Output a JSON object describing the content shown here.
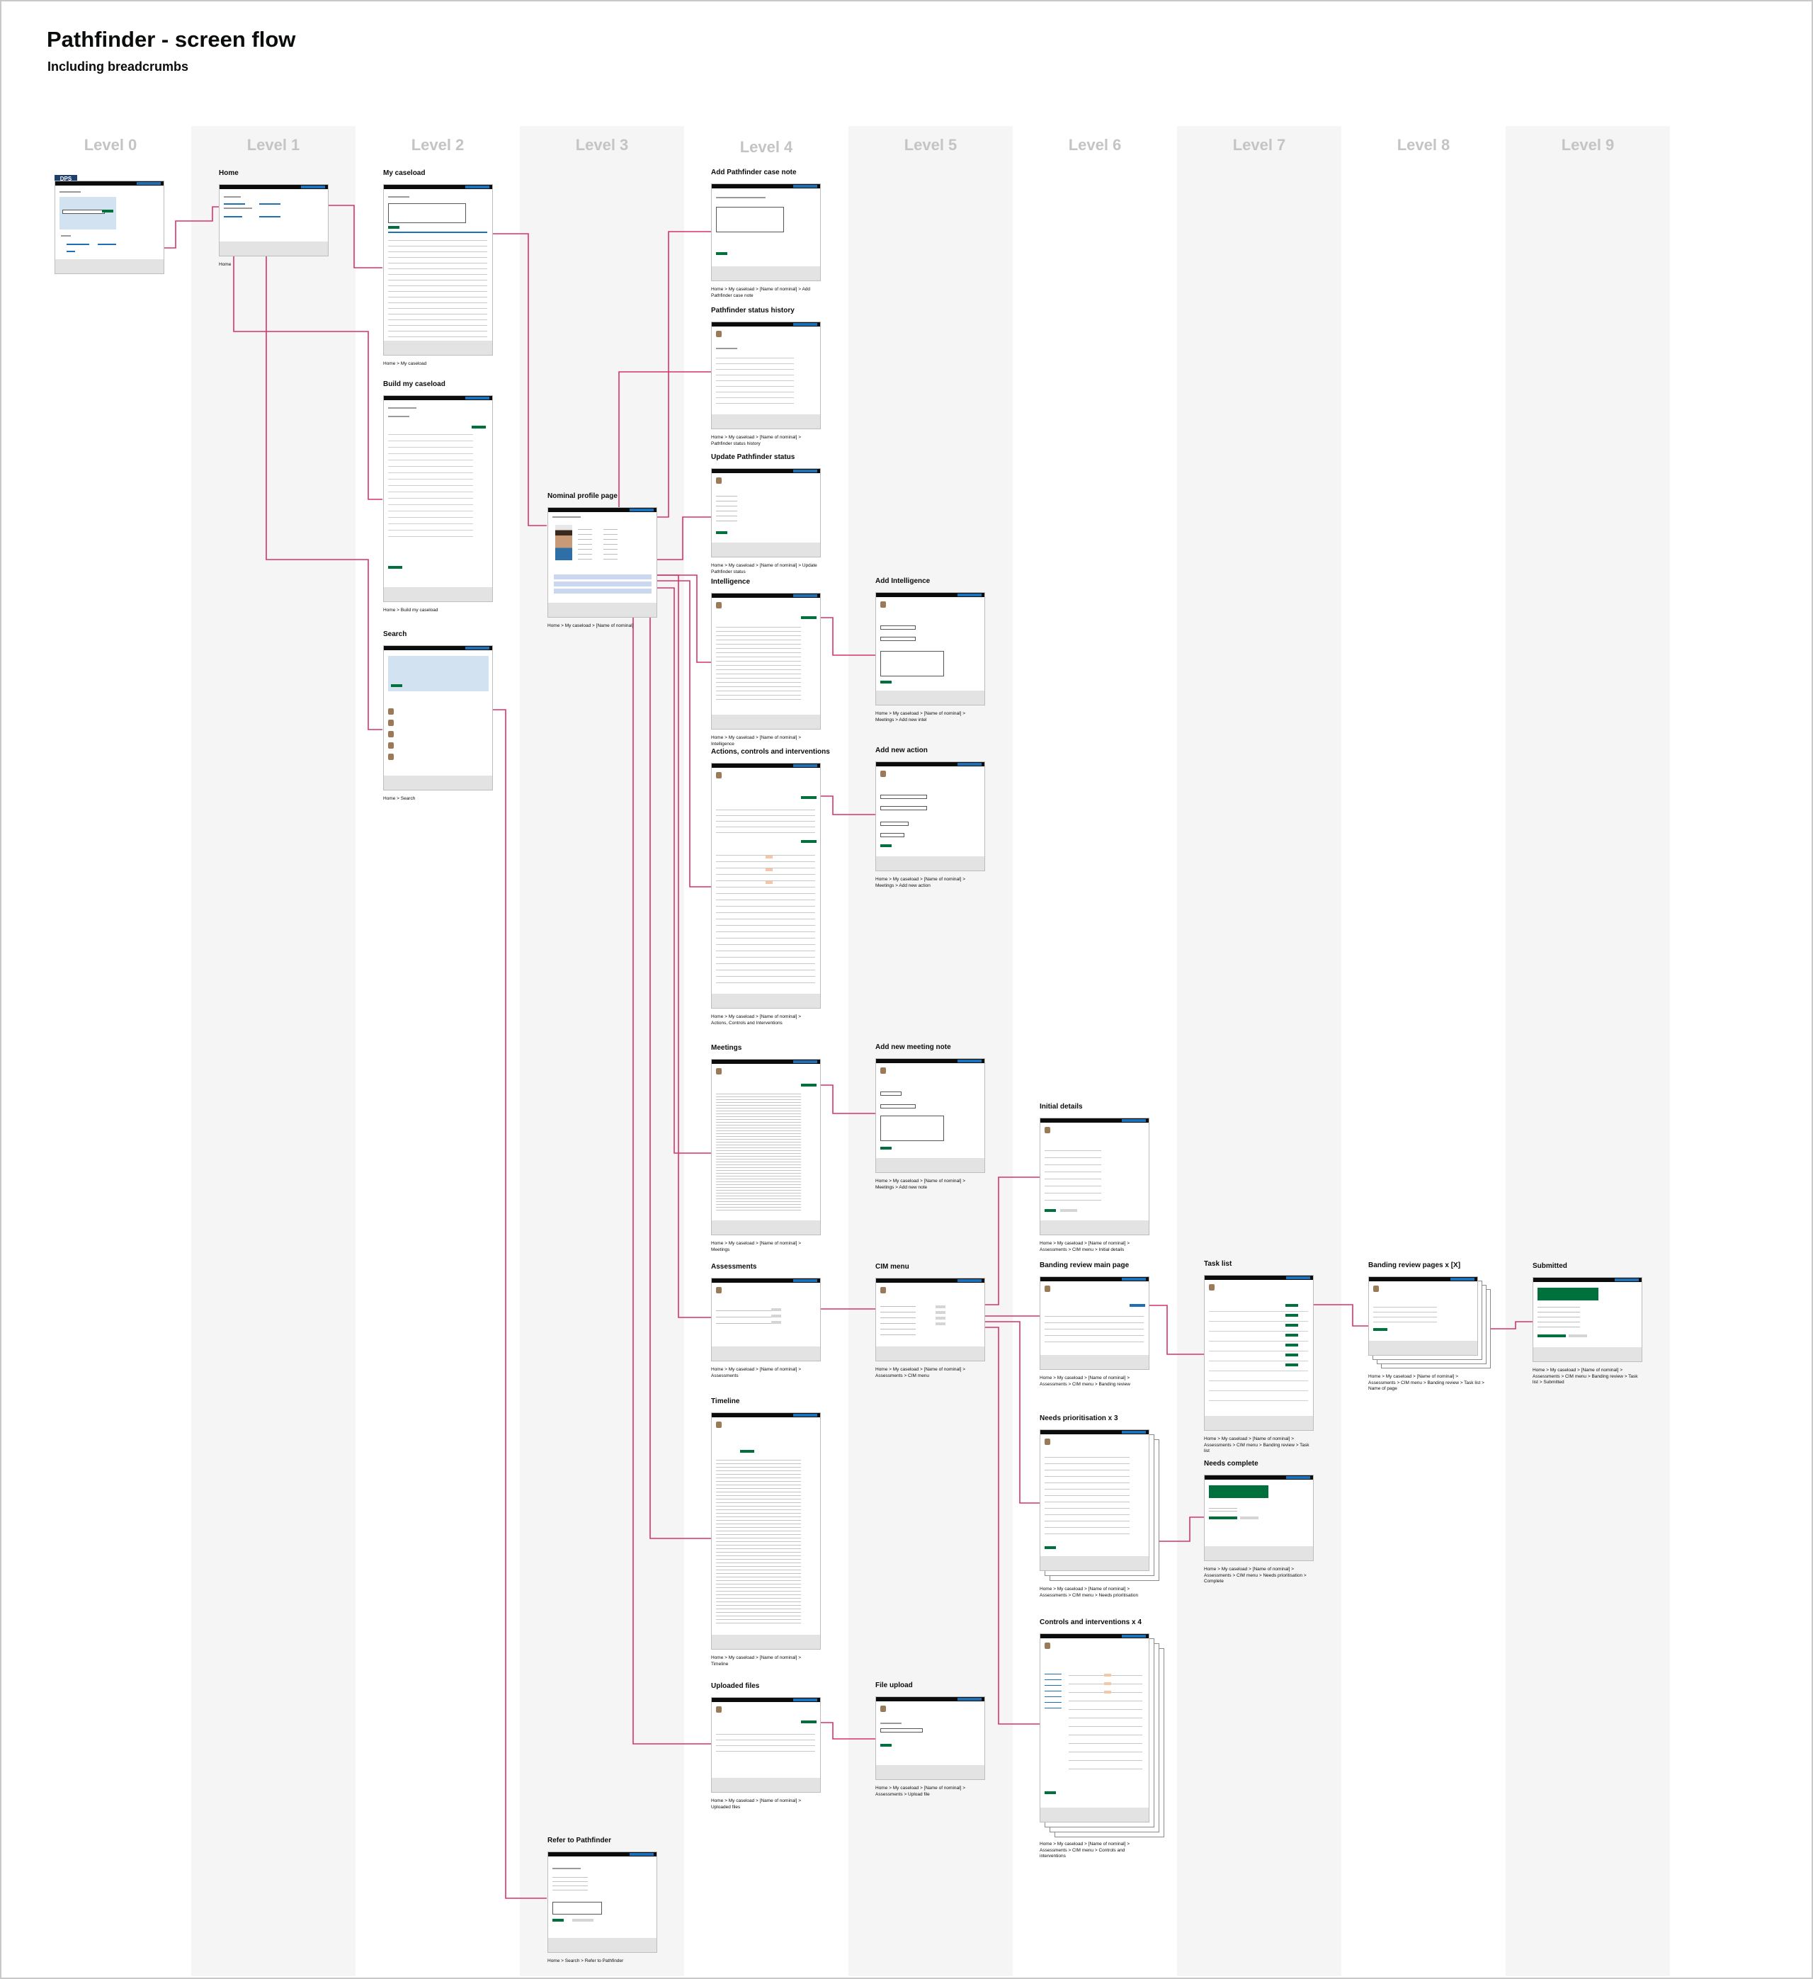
{
  "title": "Pathfinder - screen flow",
  "subtitle": "Including breadcrumbs",
  "levels": [
    "Level 0",
    "Level 1",
    "Level 2",
    "Level 3",
    "Level 4",
    "Level 5",
    "Level 6",
    "Level 7",
    "Level 8",
    "Level 9"
  ],
  "screens": {
    "dps": {
      "badge": "DPS"
    },
    "home": {
      "title": "Home",
      "crumb": "Home"
    },
    "my_caseload": {
      "title": "My caseload",
      "crumb": "Home > My caseload"
    },
    "build_caseload": {
      "title": "Build my caseload",
      "crumb": "Home > Build my caseload"
    },
    "search": {
      "title": "Search",
      "crumb": "Home > Search"
    },
    "nominal_profile": {
      "title": "Nominal profile page",
      "crumb": "Home > My caseload > [Name of nominal]"
    },
    "refer": {
      "title": "Refer to Pathfinder",
      "crumb": "Home > Search > Refer to Pathfinder"
    },
    "add_case_note": {
      "title": "Add Pathfinder case note",
      "crumb": "Home > My caseload > [Name of nominal] > Add Pathfinder case note"
    },
    "status_history": {
      "title": "Pathfinder status history",
      "crumb": "Home > My caseload > [Name of nominal] > Pathfinder status history"
    },
    "update_status": {
      "title": "Update Pathfinder status",
      "crumb": "Home > My caseload > [Name of nominal] > Update Pathfinder status"
    },
    "intelligence": {
      "title": "Intelligence",
      "crumb": "Home > My caseload > [Name of nominal] > Intelligence"
    },
    "actions": {
      "title": "Actions, controls and interventions",
      "crumb": "Home > My caseload > [Name of nominal] > Actions, Controls and Interventions"
    },
    "meetings": {
      "title": "Meetings",
      "crumb": "Home > My caseload > [Name of nominal] > Meetings"
    },
    "assessments": {
      "title": "Assessments",
      "crumb": "Home > My caseload > [Name of nominal] > Assessments"
    },
    "timeline": {
      "title": "Timeline",
      "crumb": "Home > My caseload > [Name of nominal] > Timeline"
    },
    "uploaded_files": {
      "title": "Uploaded files",
      "crumb": "Home > My caseload > [Name of nominal] > Uploaded files"
    },
    "add_intelligence": {
      "title": "Add Intelligence",
      "crumb": "Home > My caseload > [Name of nominal] > Meetings > Add new intel"
    },
    "add_action": {
      "title": "Add new action",
      "crumb": "Home > My caseload > [Name of nominal] > Meetings > Add new action"
    },
    "add_meeting_note": {
      "title": "Add new meeting note",
      "crumb": "Home > My caseload > [Name of nominal] > Meetings > Add new note"
    },
    "cim_menu": {
      "title": "CIM menu",
      "crumb": "Home > My caseload > [Name of nominal] > Assessments > CIM menu"
    },
    "file_upload": {
      "title": "File upload",
      "crumb": "Home > My caseload > [Name of nominal] > Assessments > Upload file"
    },
    "initial_details": {
      "title": "Initial details",
      "crumb": "Home > My caseload > [Name of nominal] > Assessments > CIM menu > Initial details"
    },
    "banding_main": {
      "title": "Banding review main page",
      "crumb": "Home > My caseload > [Name of nominal] > Assessments > CIM menu > Banding review"
    },
    "needs_prioritisation": {
      "title": "Needs prioritisation x 3",
      "crumb": "Home > My caseload > [Name of nominal] > Assessments > CIM menu > Needs prioritisation"
    },
    "controls_interventions": {
      "title": "Controls and interventions x 4",
      "crumb": "Home > My caseload > [Name of nominal] > Assessments > CIM menu > Controls and interventions"
    },
    "task_list": {
      "title": "Task list",
      "crumb": "Home > My caseload > [Name of nominal] > Assessments > CIM menu > Banding review > Task list"
    },
    "needs_complete": {
      "title": "Needs complete",
      "crumb": "Home > My caseload > [Name of nominal] > Assessments > CIM menu > Needs prioritisation > Complete"
    },
    "banding_pages": {
      "title": "Banding review pages x [X]",
      "crumb": "Home > My caseload > [Name of nominal] > Assessments > CIM menu > Banding review > Task list > Name of page"
    },
    "submitted": {
      "title": "Submitted",
      "crumb": "Home > My caseload > [Name of nominal] > Assessments > CIM menu > Banding review > Task list > Submitted"
    }
  },
  "colors": {
    "connector": "#d6336c",
    "band": "#f5f5f5",
    "level_label": "#c4c4c4",
    "header": "#0b0c0c",
    "accent_blue": "#1d70b8",
    "button_green": "#00703c"
  }
}
